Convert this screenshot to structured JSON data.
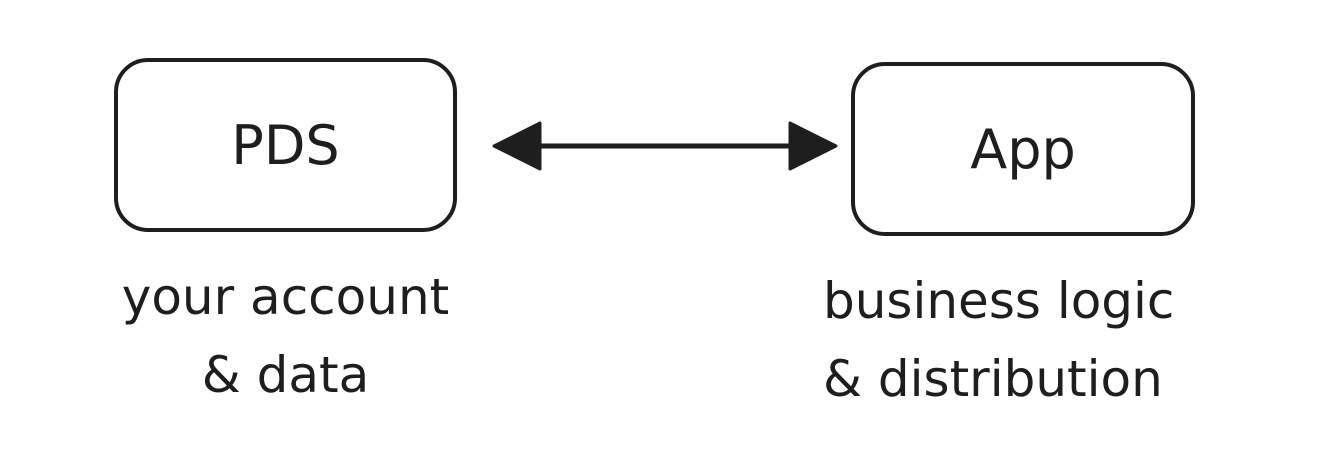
{
  "diagram": {
    "nodes": [
      {
        "id": "pds",
        "label": "PDS",
        "caption": [
          "your account",
          "& data"
        ]
      },
      {
        "id": "app",
        "label": "App",
        "caption": [
          "business logic",
          "& distribution"
        ]
      }
    ],
    "edge": {
      "from": "pds",
      "to": "app",
      "direction": "bidirectional",
      "color": "#1e1e1e"
    }
  }
}
